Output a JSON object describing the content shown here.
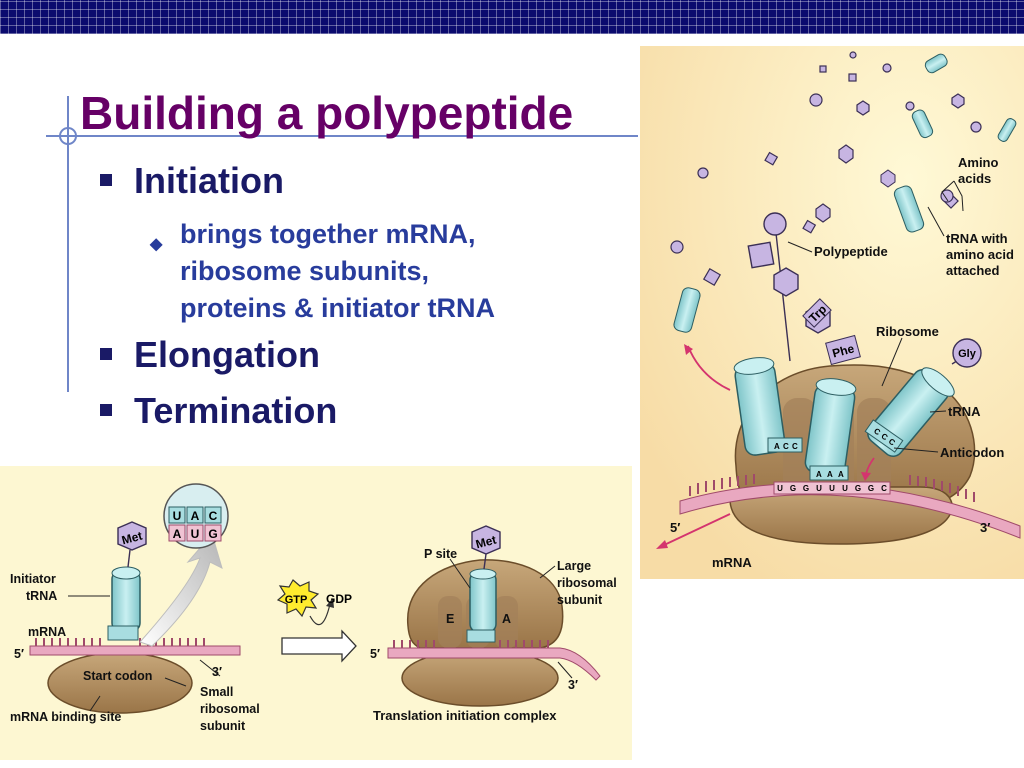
{
  "slide": {
    "title": "Building a polypeptide",
    "bullets": [
      {
        "label": "Initiation",
        "sub": [
          "brings together mRNA,",
          "ribosome subunits,",
          "proteins & initiator tRNA"
        ]
      },
      {
        "label": "Elongation"
      },
      {
        "label": "Termination"
      }
    ]
  },
  "elongation_figure": {
    "labels": {
      "amino_acids_1": "Amino",
      "amino_acids_2": "acids",
      "polypeptide": "Polypeptide",
      "trna_with_1": "tRNA with",
      "trna_with_2": "amino acid",
      "trna_with_3": "attached",
      "ribosome": "Ribosome",
      "trna": "tRNA",
      "anticodon": "Anticodon",
      "mrna": "mRNA",
      "five_prime": "5′",
      "three_prime": "3′",
      "trp": "Trp",
      "phe": "Phe",
      "gly": "Gly"
    },
    "anticodons": {
      "left": [
        "A",
        "C",
        "C"
      ],
      "middle": [
        "A",
        "A",
        "A"
      ],
      "right": [
        "C",
        "C",
        "C"
      ]
    },
    "codons": [
      "U",
      "G",
      "G",
      "U",
      "U",
      "U",
      "G",
      "G",
      "C"
    ]
  },
  "initiation_figure": {
    "labels": {
      "met": "Met",
      "initiator_1": "Initiator",
      "initiator_2": "tRNA",
      "mrna": "mRNA",
      "five_prime": "5′",
      "three_prime": "3′",
      "start_codon": "Start codon",
      "mrna_binding_site": "mRNA binding site",
      "small_1": "Small",
      "small_2": "ribosomal",
      "small_3": "subunit",
      "gtp": "GTP",
      "gdp": "GDP",
      "p_site": "P site",
      "large_1": "Large",
      "large_2": "ribosomal",
      "large_3": "subunit",
      "e_site": "E",
      "a_site": "A",
      "complex": "Translation initiation complex"
    },
    "zoom_anticodon": [
      "U",
      "A",
      "C"
    ],
    "zoom_codon": [
      "A",
      "U",
      "G"
    ]
  },
  "colors": {
    "title": "#660066",
    "bullet": "#1a1a66",
    "sub_bullet": "#283c9c",
    "panel_bg": "#fdf7d2",
    "trna": "#a8dde0",
    "ribosome": "#b79368",
    "mrna": "#e9a8c0",
    "amino_acid": "#c7b5e2"
  }
}
